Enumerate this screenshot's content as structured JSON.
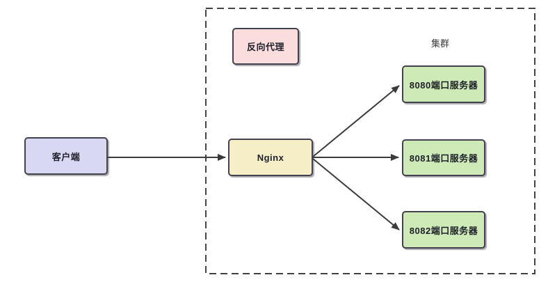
{
  "diagram": {
    "type": "flow",
    "cluster_label": "集群",
    "nodes": {
      "client": {
        "label": "客户端",
        "fill": "#d9d8f3"
      },
      "reverse_proxy": {
        "label": "反向代理",
        "fill": "#fadddc"
      },
      "nginx": {
        "label": "Nginx",
        "fill": "#f5eec6"
      },
      "server_8080": {
        "label": "8080端口服务器",
        "fill": "#cdeab7"
      },
      "server_8081": {
        "label": "8081端口服务器",
        "fill": "#cdeab7"
      },
      "server_8082": {
        "label": "8082端口服务器",
        "fill": "#cdeab7"
      }
    },
    "edges": [
      {
        "from": "客户端",
        "to": "Nginx"
      },
      {
        "from": "Nginx",
        "to": "8080端口服务器"
      },
      {
        "from": "Nginx",
        "to": "8081端口服务器"
      },
      {
        "from": "Nginx",
        "to": "8082端口服务器"
      }
    ],
    "colors": {
      "node_border": "#42424e",
      "arrow": "#3b3b3b",
      "boundary_border": "#424242",
      "background": "#ffffff"
    }
  }
}
